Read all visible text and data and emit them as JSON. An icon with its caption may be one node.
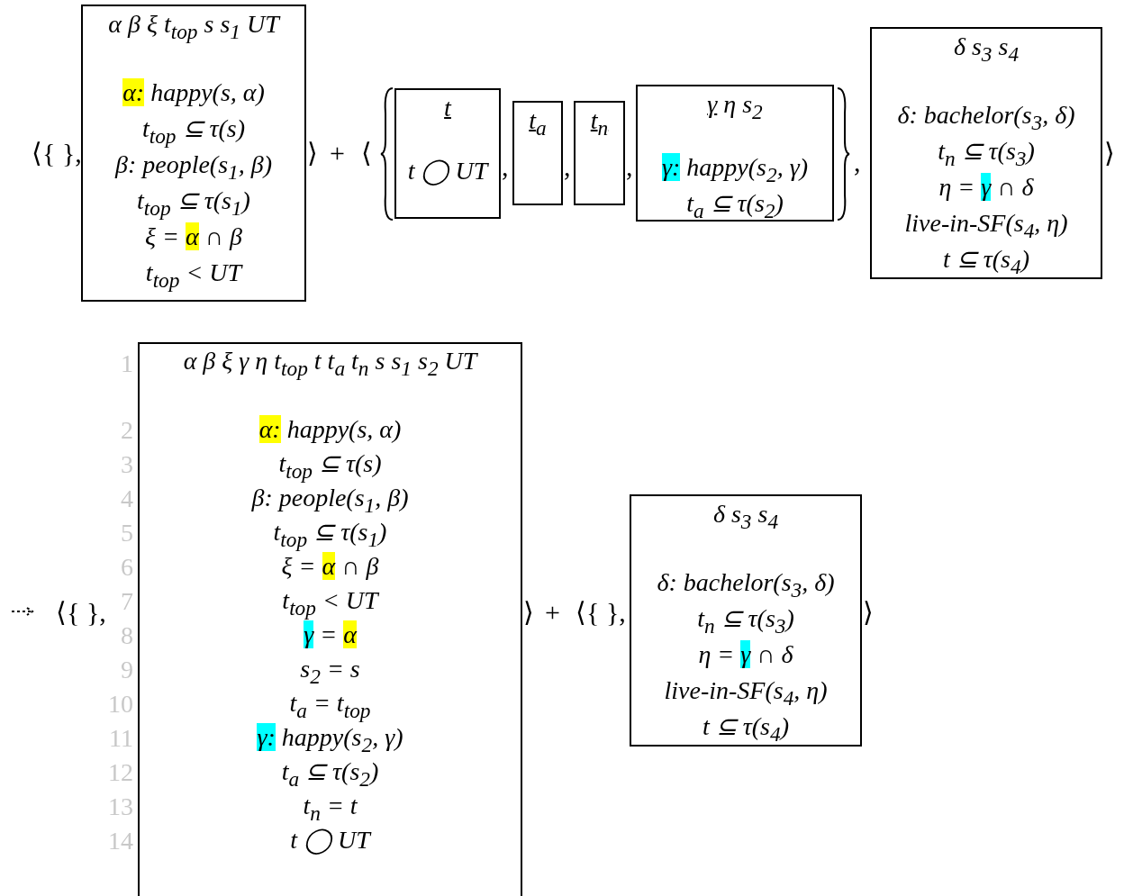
{
  "diagram": {
    "nodes": [
      {
        "text": [
          "α β ξ t$_{top}$ s s$_{1}$ UT",
          "α: happy(s, α)",
          "t$_{top}$ ⊆ τ(s)",
          "β: people(s$_{1}$, β)",
          "t$_{top}$ ⊆ τ(s$_{1}$)",
          "ξ = α ∩ β",
          "t$_{top}$ < UT"
        ]
      },
      {
        "text": [
          "t",
          "t ◯ UT"
        ]
      },
      {
        "text": [
          "t$_{a}$"
        ]
      },
      {
        "text": [
          "t$_{n}$"
        ]
      },
      {
        "text": [
          "γ η s$_{2}$",
          "γ: happy(s$_{2}$, γ)",
          "t$_{a}$ ⊆ τ(s$_{2}$)"
        ]
      },
      {
        "text": [
          "δ s$_{3}$ s$_{4}$",
          "δ: bachelor(s$_{3}$, δ)",
          "t$_{n}$ ⊆ τ(s$_{3}$)",
          "η = γ ∩ δ",
          "live-in-SF(s$_{4}$, η)",
          "t ⊆ τ(s$_{4}$)"
        ]
      },
      {
        "text": [
          "α β ξ γ η t$_{top}$ t t$_{a}$ t$_{n}$ s s$_{1}$ s$_{2}$ UT",
          "α: happy(s, α)",
          "t$_{top}$ ⊆ τ(s)",
          "β: people(s$_{1}$, β)",
          "t$_{top}$ ⊆ τ(s$_{1}$)",
          "ξ = α ∩ β",
          "t$_{top}$ < UT",
          "γ = α",
          "s$_{2}$ = s",
          "t$_{a}$ = t$_{top}$",
          "γ: happy(s$_{2}$, γ)",
          "t$_{a}$ ⊆ τ(s$_{2}$)",
          "t$_{n}$ = t",
          "t ◯ UT"
        ]
      },
      {
        "text": [
          "δ s$_{3}$ s$_{4}$",
          "δ: bachelor(s$_{3}$, δ)",
          "t$_{n}$ ⊆ τ(s$_{3}$)",
          "η = γ ∩ δ",
          "live-in-SF(s$_{4}$, η)",
          "t ⊆ τ(s$_{4}$)"
        ]
      }
    ],
    "edges": [],
    "labels": [
      "⟨{ },",
      "⟩",
      "+",
      "⟨",
      ",",
      ",",
      ",",
      ",",
      "⟩",
      "1",
      "2",
      "3",
      "4",
      "5",
      "6",
      "7",
      "8",
      "9",
      "10",
      "11",
      "12",
      "13",
      "14",
      "⟨{ },",
      "⟩",
      "+",
      "⟨{ },",
      "⟩"
    ]
  }
}
